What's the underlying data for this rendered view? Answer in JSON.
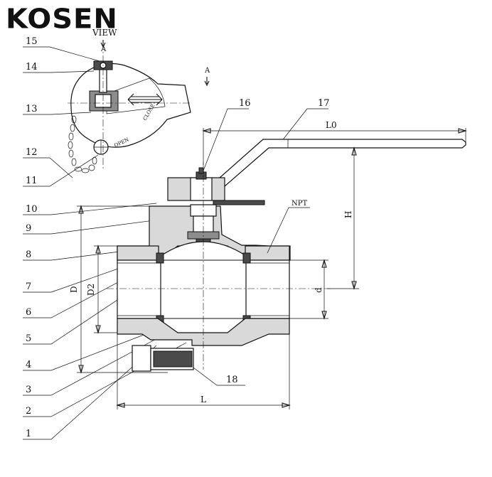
{
  "logo": {
    "text": "KOSEN"
  },
  "view_label": "VIEW",
  "view_arrow_labels": [
    "A",
    "A"
  ],
  "part_numbers": [
    "1",
    "2",
    "3",
    "4",
    "5",
    "6",
    "7",
    "8",
    "9",
    "10",
    "11",
    "12",
    "13",
    "14",
    "15",
    "16",
    "17",
    "18"
  ],
  "dimensions": {
    "overall_length": "L",
    "handle_length": "L0",
    "height": "H",
    "body_diameter": "D",
    "seat_diameter": "D2",
    "bore": "d",
    "thread": "NPT"
  },
  "handle_markings": {
    "open": "OPEN",
    "close": "CLOSE"
  }
}
